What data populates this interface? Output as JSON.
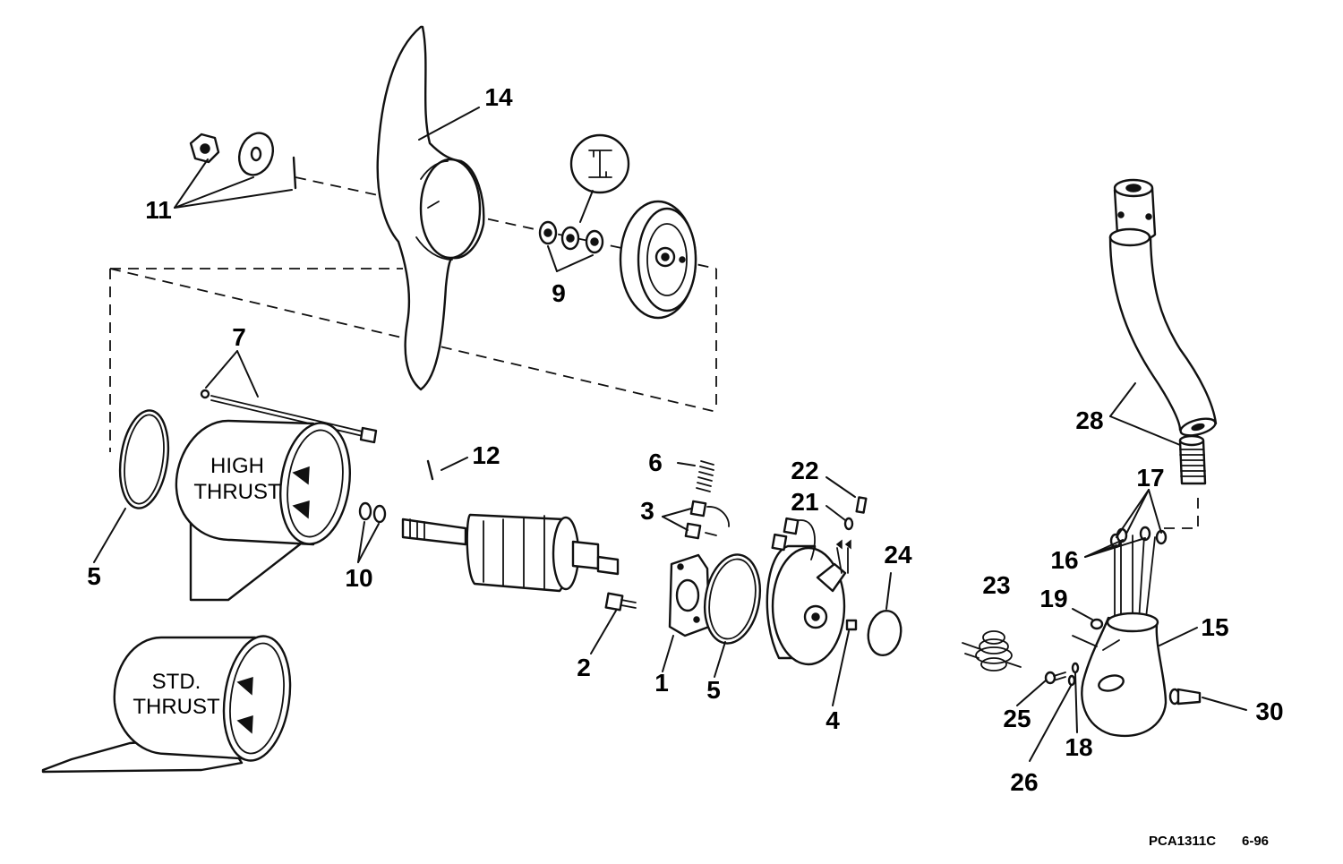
{
  "diagram": {
    "callouts": {
      "c1": "1",
      "c2": "2",
      "c3": "3",
      "c4": "4",
      "c5a": "5",
      "c5b": "5",
      "c6": "6",
      "c7": "7",
      "c9": "9",
      "c10": "10",
      "c11": "11",
      "c12": "12",
      "c14": "14",
      "c15": "15",
      "c16": "16",
      "c17": "17",
      "c18": "18",
      "c19": "19",
      "c21": "21",
      "c22": "22",
      "c23": "23",
      "c24": "24",
      "c25": "25",
      "c26": "26",
      "c28": "28",
      "c30": "30"
    },
    "housing_labels": {
      "high_line1": "HIGH",
      "high_line2": "THRUST",
      "std_line1": "STD.",
      "std_line2": "THRUST"
    },
    "footer": {
      "code": "PCA1311C",
      "date": "6-96"
    }
  }
}
